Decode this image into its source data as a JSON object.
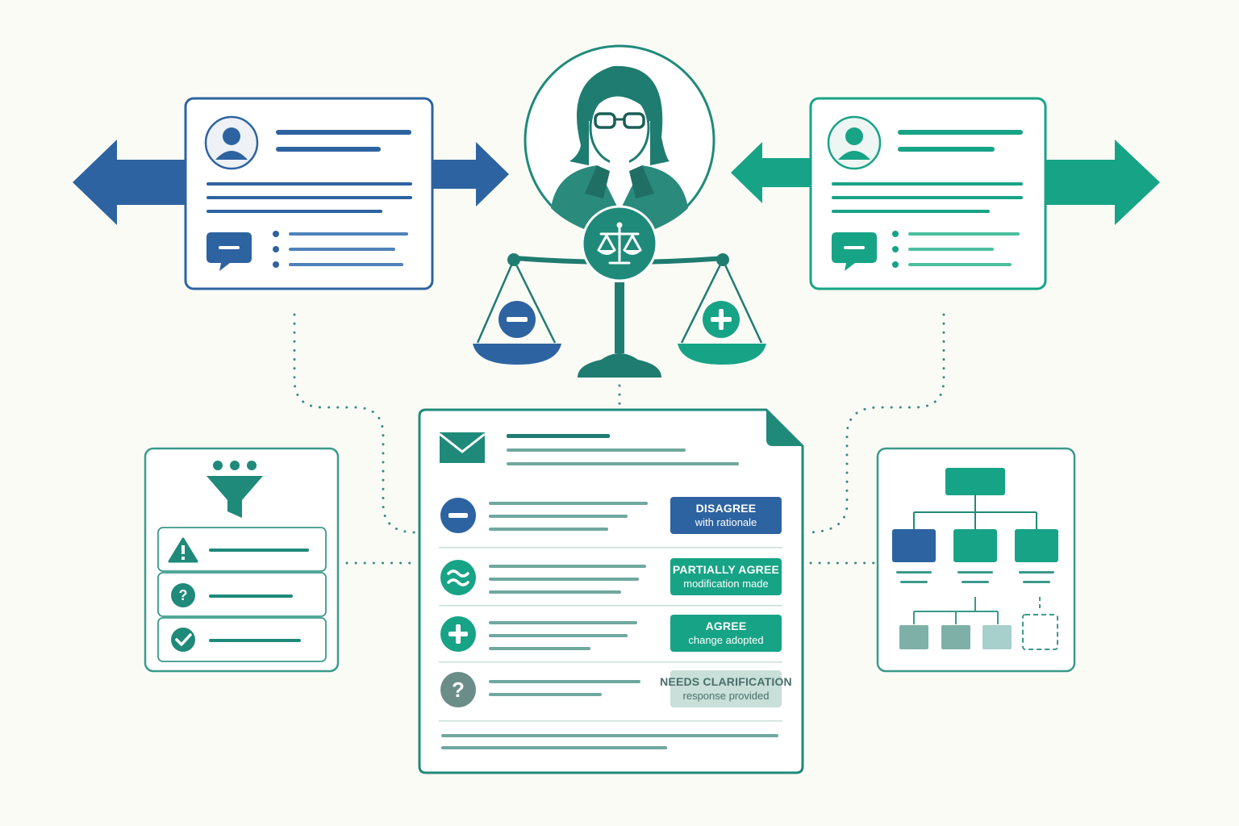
{
  "colors": {
    "background": "#fbfbf6",
    "blue": "#2d63a0",
    "green": "#17a386",
    "teal": "#1f8a7a",
    "light_teal": "#7fb9ad",
    "muted": "#c9dfd9"
  },
  "icons": {
    "reviewer": "reviewer-woman-icon",
    "scale": "scale-of-justice-icon",
    "minus": "minus-icon",
    "plus": "plus-icon",
    "approx": "approximately-equal-icon",
    "question": "question-icon",
    "warning": "warning-icon",
    "check": "check-icon",
    "funnel": "funnel-filter-icon",
    "envelope": "envelope-icon",
    "chat": "chat-bubble-icon",
    "hierarchy": "hierarchy-chart-icon"
  },
  "responses": [
    {
      "label": "DISAGREE",
      "sub": "with rationale"
    },
    {
      "label": "PARTIALLY AGREE",
      "sub": "modification made"
    },
    {
      "label": "AGREE",
      "sub": "change adopted"
    },
    {
      "label": "NEEDS CLARIFICATION",
      "sub": "response provided"
    }
  ]
}
